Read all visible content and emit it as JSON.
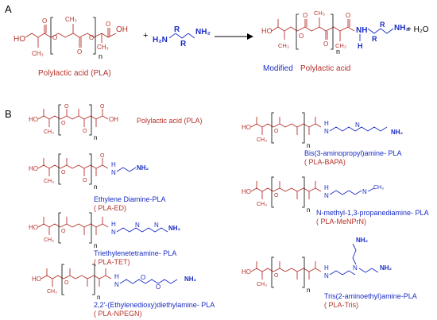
{
  "panels": {
    "a": "A",
    "b": "B"
  },
  "reaction": {
    "plus1": "+",
    "amine_left": "H₂N",
    "amine_r1": "R",
    "amine_r2": "R",
    "amine_right": "NH₂",
    "plus2": "+ H₂O",
    "reactant_label": "Polylactic acid (PLA)",
    "product_label_prefix": "Modified",
    "product_label_suffix": "Polylactic acid"
  },
  "atoms": {
    "ho": "HO",
    "oh": "OH",
    "o": "O",
    "ch3": "CH₃",
    "n": "n",
    "h": "H",
    "nh": "NH",
    "nh2": "NH₂",
    "n_atom": "N"
  },
  "compounds": [
    {
      "name": "Polylactic acid (PLA)"
    },
    {
      "name": "Ethylene Diamine-PLA",
      "abbr": "( PLA-ED)"
    },
    {
      "name": "Triethylenetetramine- PLA",
      "abbr": "( PLA-TET)"
    },
    {
      "name": "2,2'-(Ethylenedioxy)diethylamine- PLA",
      "abbr": "( PLA-NPEGN)"
    },
    {
      "name": "Bis(3-aminopropyl)amine- PLA",
      "abbr": "( PLA-BAPA)"
    },
    {
      "name": "N-methyl-1,3-propanediamine- PLA",
      "abbr": "( PLA-MeNPrN)"
    },
    {
      "name": "Tris(2-aminoethyl)amine-PLA",
      "abbr": "( PLA-Tris)"
    }
  ],
  "colors": {
    "pla": "#b5322b",
    "amine": "#1a2cc4"
  }
}
